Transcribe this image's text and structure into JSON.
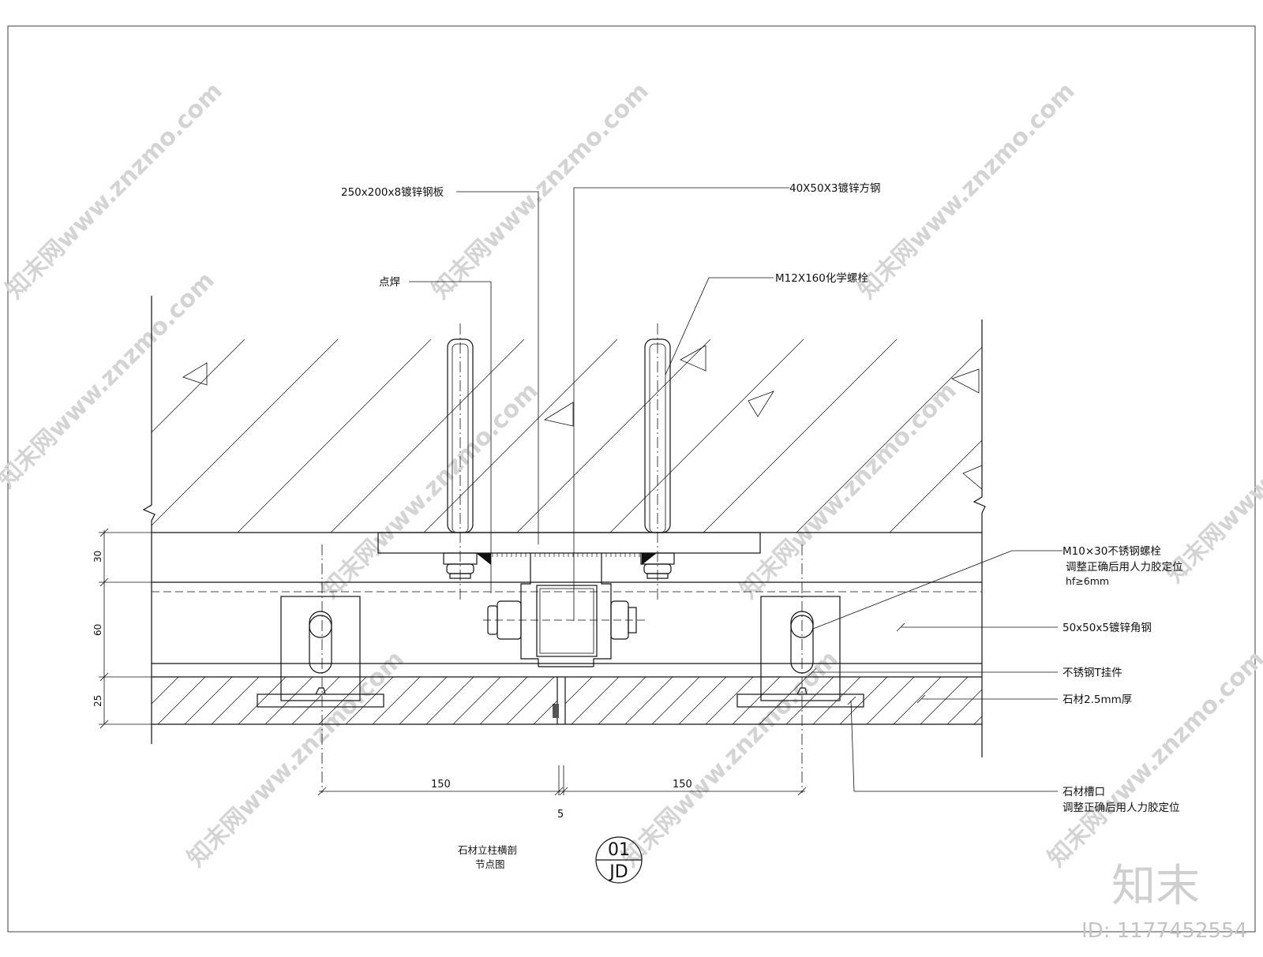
{
  "labels": {
    "steel_plate": "250x200x8镀锌钢板",
    "square_steel": "40X50X3镀锌方钢",
    "spot_weld": "点焊",
    "chem_bolt": "M12X160化学螺栓",
    "ss_bolt_line1": "M10×30不锈钢螺栓",
    "ss_bolt_line2": "调整正确后用人力胶定位",
    "ss_bolt_line3": "hf≥6mm",
    "angle_steel": "50x50x5镀锌角钢",
    "t_hanger": "不锈钢T挂件",
    "stone": "石材2.5mm厚",
    "stone_slot_line1": "石材槽口",
    "stone_slot_line2": "调整正确后用人力胶定位"
  },
  "dimensions": {
    "d30": "30",
    "d60": "60",
    "d25": "25",
    "w150_left": "150",
    "w150_right": "150",
    "gap5": "5"
  },
  "title": {
    "line1": "石材立柱横剖",
    "line2": "节点图",
    "number": "01",
    "sheet": "JD"
  },
  "watermark": {
    "brand": "知末",
    "id": "ID: 1177452554",
    "site": "知末网www.znzmo.com"
  }
}
